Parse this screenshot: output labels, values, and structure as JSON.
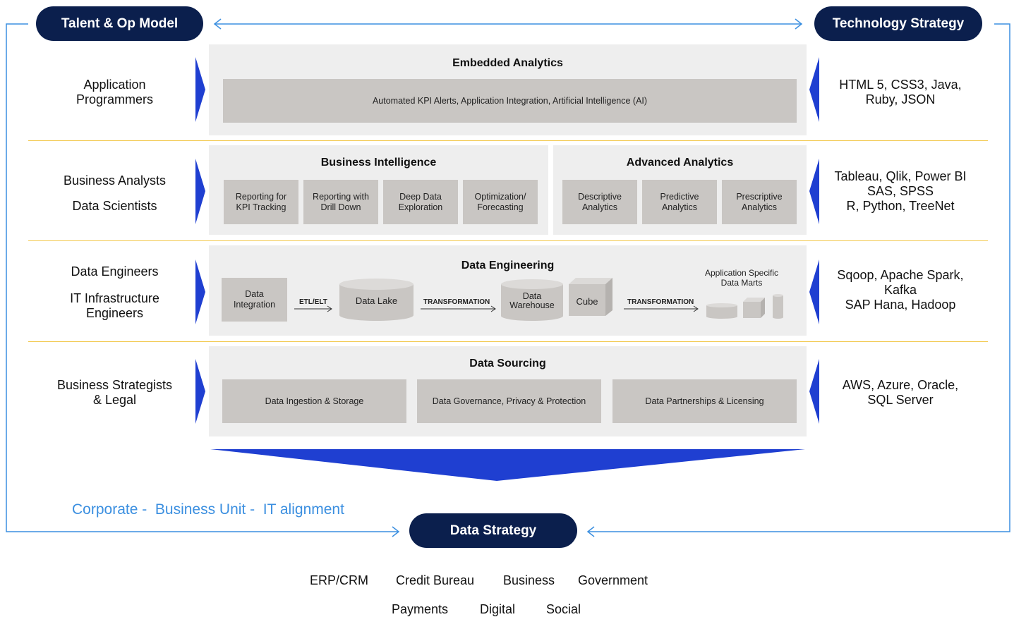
{
  "header": {
    "left_pill": "Talent & Op Model",
    "right_pill": "Technology Strategy"
  },
  "roles": {
    "row1": "Application\nProgrammers",
    "row2a": "Business Analysts",
    "row2b": "Data Scientists",
    "row3a": "Data Engineers",
    "row3b": "IT Infrastructure\nEngineers",
    "row4": "Business Strategists\n& Legal"
  },
  "tech": {
    "row1": "HTML 5, CSS3, Java,\nRuby, JSON",
    "row2": "Tableau, Qlik, Power BI\nSAS, SPSS\nR, Python, TreeNet",
    "row3": "Sqoop, Apache Spark,\nKafka\nSAP Hana, Hadoop",
    "row4": "AWS, Azure, Oracle,\nSQL Server"
  },
  "embedded": {
    "title": "Embedded Analytics",
    "content": "Automated KPI Alerts, Application Integration, Artificial Intelligence (AI)"
  },
  "bi": {
    "title": "Business Intelligence",
    "items": [
      "Reporting for\nKPI Tracking",
      "Reporting with\nDrill Down",
      "Deep Data\nExploration",
      "Optimization/\nForecasting"
    ]
  },
  "aa": {
    "title": "Advanced Analytics",
    "items": [
      "Descriptive\nAnalytics",
      "Predictive\nAnalytics",
      "Prescriptive\nAnalytics"
    ]
  },
  "de": {
    "title": "Data Engineering",
    "integration": "Data\nIntegration",
    "etl": "ETL/ELT",
    "lake": "Data Lake",
    "transform1": "TRANSFORMATION",
    "warehouse": "Data\nWarehouse",
    "cube": "Cube",
    "transform2": "TRANSFORMATION",
    "marts": "Application Specific\nData Marts"
  },
  "ds": {
    "title": "Data Sourcing",
    "items": [
      "Data Ingestion & Storage",
      "Data Governance, Privacy & Protection",
      "Data Partnerships & Licensing"
    ]
  },
  "alignment": "Corporate -  Business Unit -  IT alignment",
  "data_strategy": "Data Strategy",
  "sources": {
    "row1": [
      "ERP/CRM",
      "Credit Bureau",
      "Business",
      "Government"
    ],
    "row2": [
      "Payments",
      "Digital",
      "Social"
    ]
  },
  "colors": {
    "navy": "#0b1f4d",
    "blue": "#1f3fd1",
    "light_blue": "#3b8fe0",
    "panel": "#eeeeee",
    "box": "#c9c6c3",
    "separator": "#f2c84b"
  }
}
